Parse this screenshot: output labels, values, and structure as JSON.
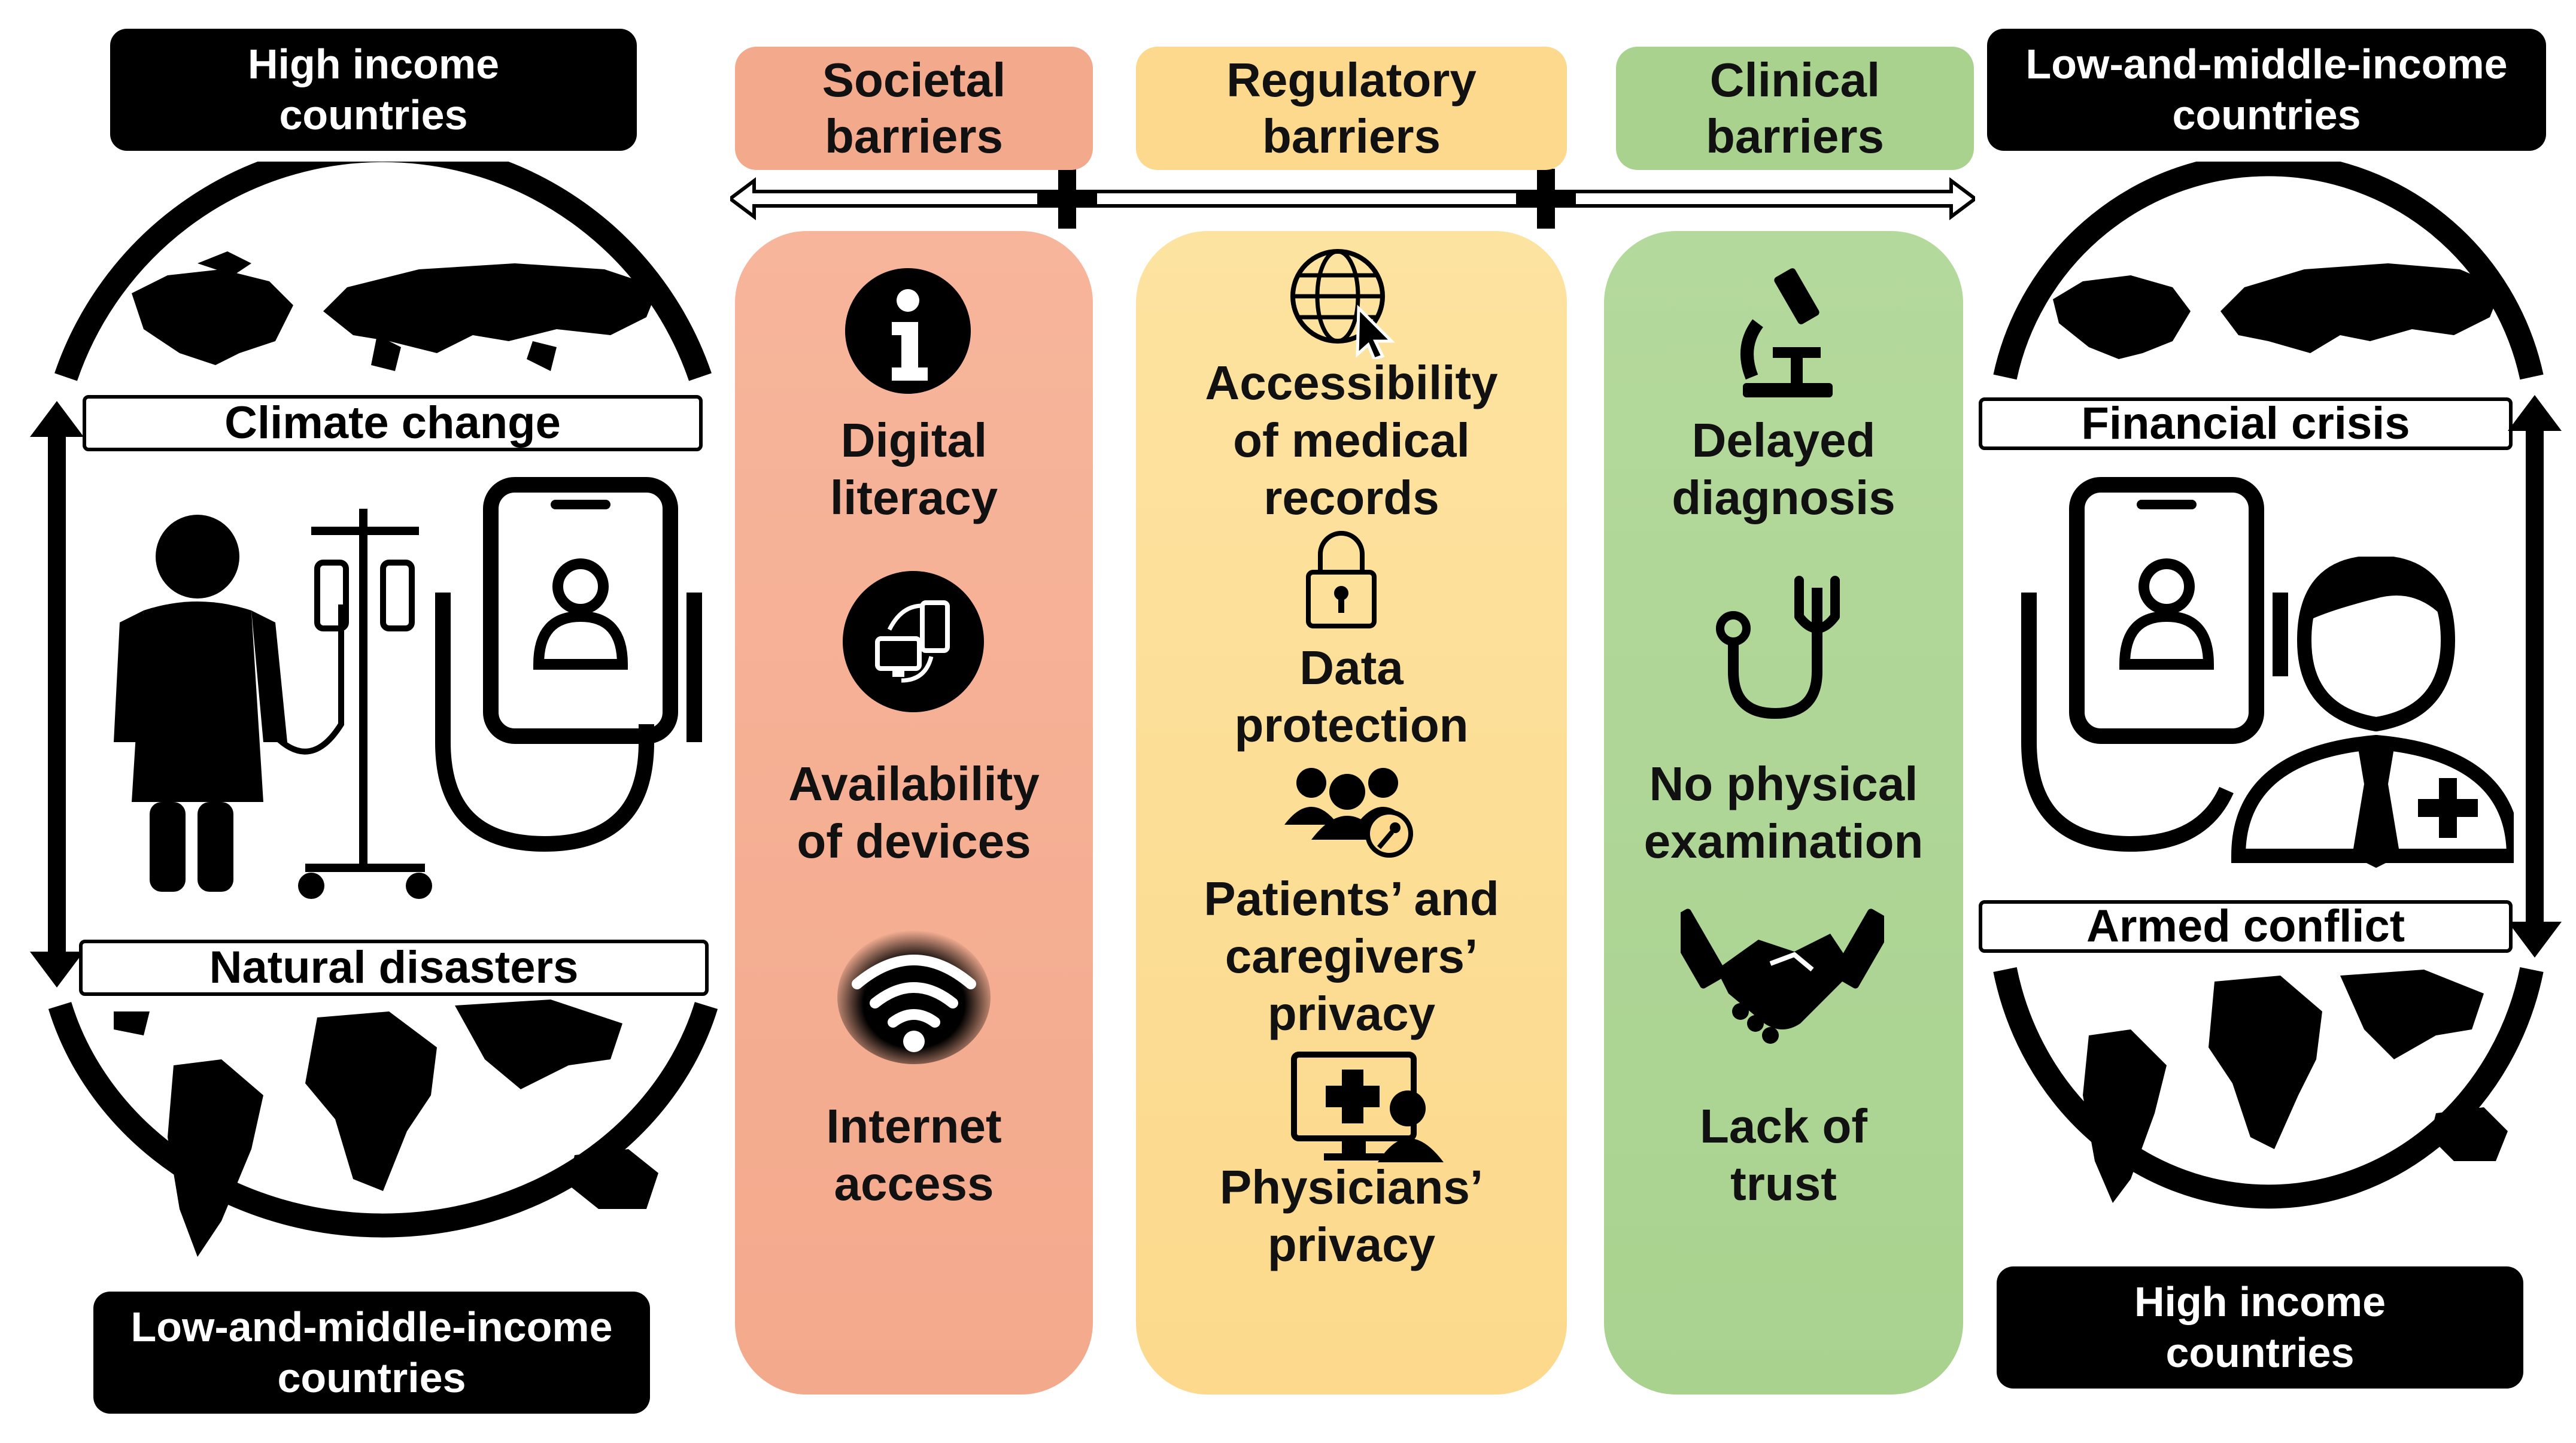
{
  "left": {
    "top_box": "High income\ncountries",
    "bottom_box": "Low-and-middle-income\ncountries",
    "label_top": "Climate change",
    "label_bottom": "Natural disasters"
  },
  "right": {
    "top_box": "Low-and-middle-income\ncountries",
    "bottom_box": "High income\ncountries",
    "label_top": "Financial crisis",
    "label_bottom": "Armed conflict"
  },
  "columns": {
    "societal": {
      "header": "Societal\nbarriers",
      "color": "#f3a98c",
      "items": [
        "Digital\nliteracy",
        "Availability\nof devices",
        "Internet\naccess"
      ]
    },
    "regulatory": {
      "header": "Regulatory\nbarriers",
      "color": "#fcd98c",
      "items": [
        "Accessibility\nof medical\nrecords",
        "Data\nprotection",
        "Patients’ and\ncaregivers’\nprivacy",
        "Physicians’\nprivacy"
      ]
    },
    "clinical": {
      "header": "Clinical\nbarriers",
      "color": "#a9d28f",
      "items": [
        "Delayed\ndiagnosis",
        "No physical\nexamination",
        "Lack of\ntrust"
      ]
    }
  },
  "icons": [
    "globe-icon",
    "info-icon",
    "devices-icon",
    "wifi-icon",
    "lock-icon",
    "group-key-icon",
    "monitor-medical-icon",
    "microscope-icon",
    "stethoscope-icon",
    "handshake-icon",
    "patient-iv-icon",
    "phone-stethoscope-icon",
    "doctor-icon"
  ]
}
